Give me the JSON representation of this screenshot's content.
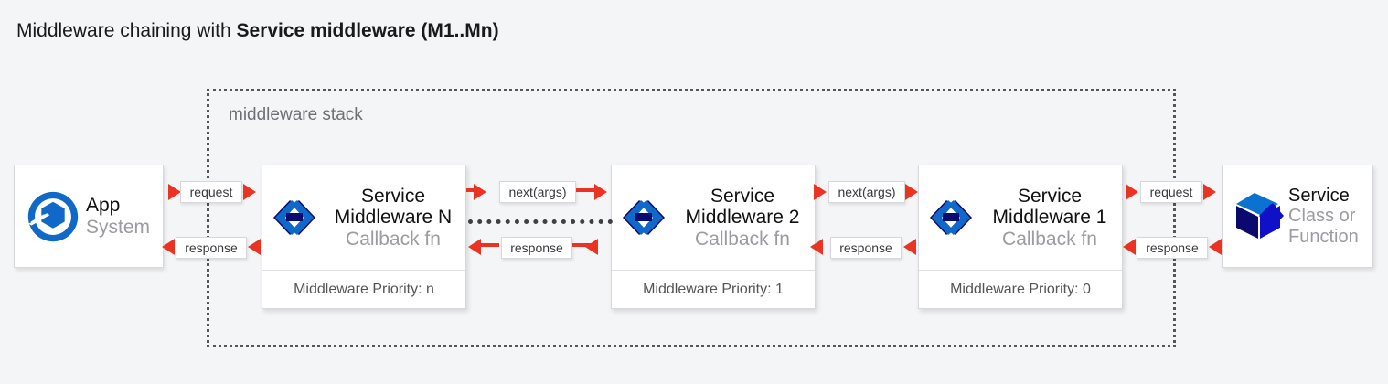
{
  "title": {
    "prefix": "Middleware chaining with ",
    "strong": "Service middleware (M1..Mn)"
  },
  "stack": {
    "label": "middleware stack"
  },
  "app_node": {
    "icon": "moleculer-circle-cube-icon",
    "title": "App",
    "subtitle": "System"
  },
  "service_node": {
    "icon": "cube-icon",
    "title": "Service",
    "subtitle_line1": "Class or",
    "subtitle_line2": "Function"
  },
  "middlewares": [
    {
      "icon": "code-brackets-icon",
      "title_line1": "Service",
      "title_line2": "Middleware N",
      "subtitle": "Callback fn",
      "footer": "Middleware Priority: n"
    },
    {
      "icon": "code-brackets-icon",
      "title_line1": "Service",
      "title_line2": "Middleware 2",
      "subtitle": "Callback fn",
      "footer": "Middleware Priority: 1"
    },
    {
      "icon": "code-brackets-icon",
      "title_line1": "Service",
      "title_line2": "Middleware 1",
      "subtitle": "Callback fn",
      "footer": "Middleware Priority: 0"
    }
  ],
  "connectors": [
    {
      "request_label": "request",
      "response_label": "response"
    },
    {
      "request_label": "next(args)",
      "response_label": "response"
    },
    {
      "request_label": "next(args)",
      "response_label": "response"
    },
    {
      "request_label": "request",
      "response_label": "response"
    }
  ],
  "colors": {
    "background": "#f4f5f7",
    "arrow_red": "#ea3323",
    "icon_blue": "#1068c8",
    "icon_navy": "#0a0a70",
    "muted_text": "#9b9ba1",
    "border_dotted": "#55555a"
  }
}
